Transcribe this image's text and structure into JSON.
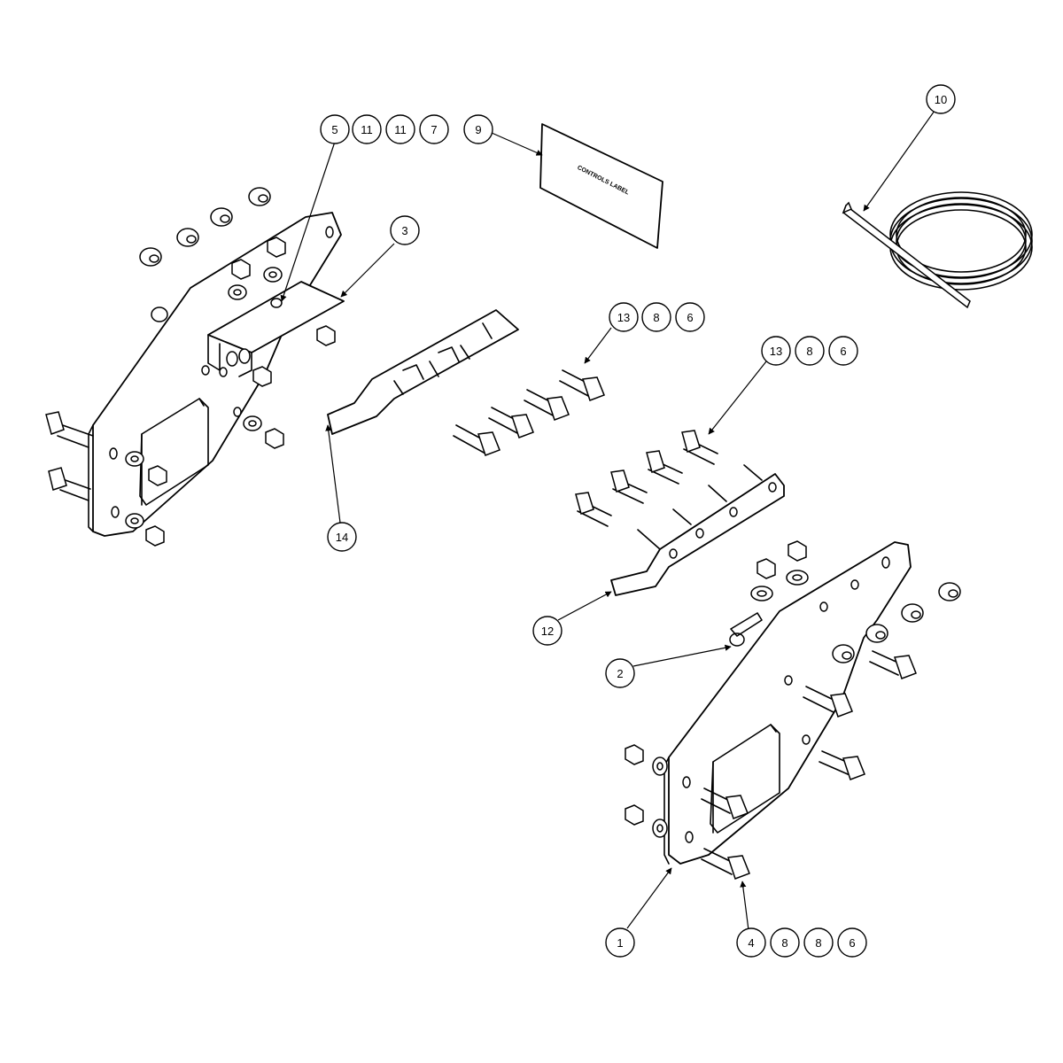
{
  "balloons": {
    "b5": "5",
    "b11a": "11",
    "b11b": "11",
    "b7": "7",
    "b9": "9",
    "b10": "10",
    "b3": "3",
    "b13a": "13",
    "b8a": "8",
    "b6a": "6",
    "b13b": "13",
    "b8b": "8",
    "b6b": "6",
    "b14": "14",
    "b12": "12",
    "b2": "2",
    "b1": "1",
    "b4": "4",
    "b8c": "8",
    "b8d": "8",
    "b6c": "6"
  },
  "label_card": {
    "text": "CONTROLS LABEL"
  }
}
